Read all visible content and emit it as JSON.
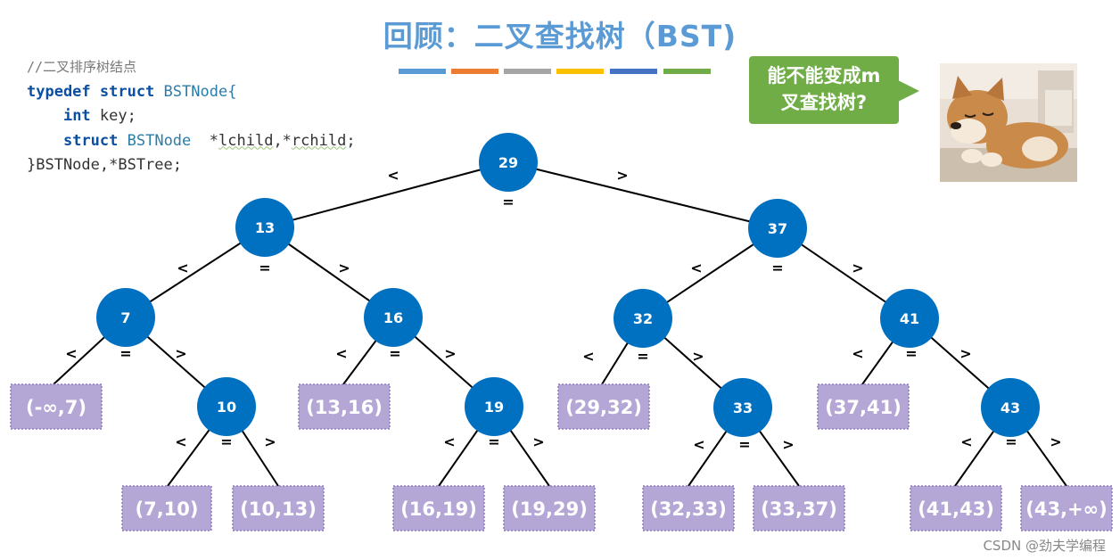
{
  "title": "回顾：二叉查找树（BST)",
  "color_bar": [
    "#5b9bd5",
    "#ed7d31",
    "#a5a5a5",
    "#ffc000",
    "#4472c4",
    "#70ad47"
  ],
  "code": {
    "comment": "//二叉排序树结点",
    "line1_kw": "typedef struct",
    "line1_name": "BSTNode{",
    "line2_kw": "int",
    "line2_rest": "key;",
    "line3_kw": "struct",
    "line3_type": "BSTNode",
    "line3_ptr1": "*",
    "line3_f1": "lchild",
    "line3_sep": ",*",
    "line3_f2": "rchild",
    "line3_end": ";",
    "line4": "}BSTNode,*BSTree;"
  },
  "callout": {
    "line1": "能不能变成m",
    "line2": "叉查找树?"
  },
  "nodes": {
    "n29": "29",
    "n13": "13",
    "n37": "37",
    "n7": "7",
    "n16": "16",
    "n32": "32",
    "n41": "41",
    "n10": "10",
    "n19": "19",
    "n33": "33",
    "n43": "43"
  },
  "leaves": {
    "l1": "(-∞,7)",
    "l2": "(13,16)",
    "l3": "(29,32)",
    "l4": "(37,41)",
    "l5": "(7,10)",
    "l6": "(10,13)",
    "l7": "(16,19)",
    "l8": "(19,29)",
    "l9": "(32,33)",
    "l10": "(33,37)",
    "l11": "(41,43)",
    "l12": "(43,+∞)"
  },
  "ops": {
    "lt": "<",
    "eq": "=",
    "gt": ">"
  },
  "footer": "CSDN @劲夫学编程",
  "colors": {
    "node": "#0070c0",
    "leaf": "#b4a7d6",
    "leaf_border": "#8e7cc3",
    "callout": "#70ad47",
    "title": "#5b9bd5"
  }
}
